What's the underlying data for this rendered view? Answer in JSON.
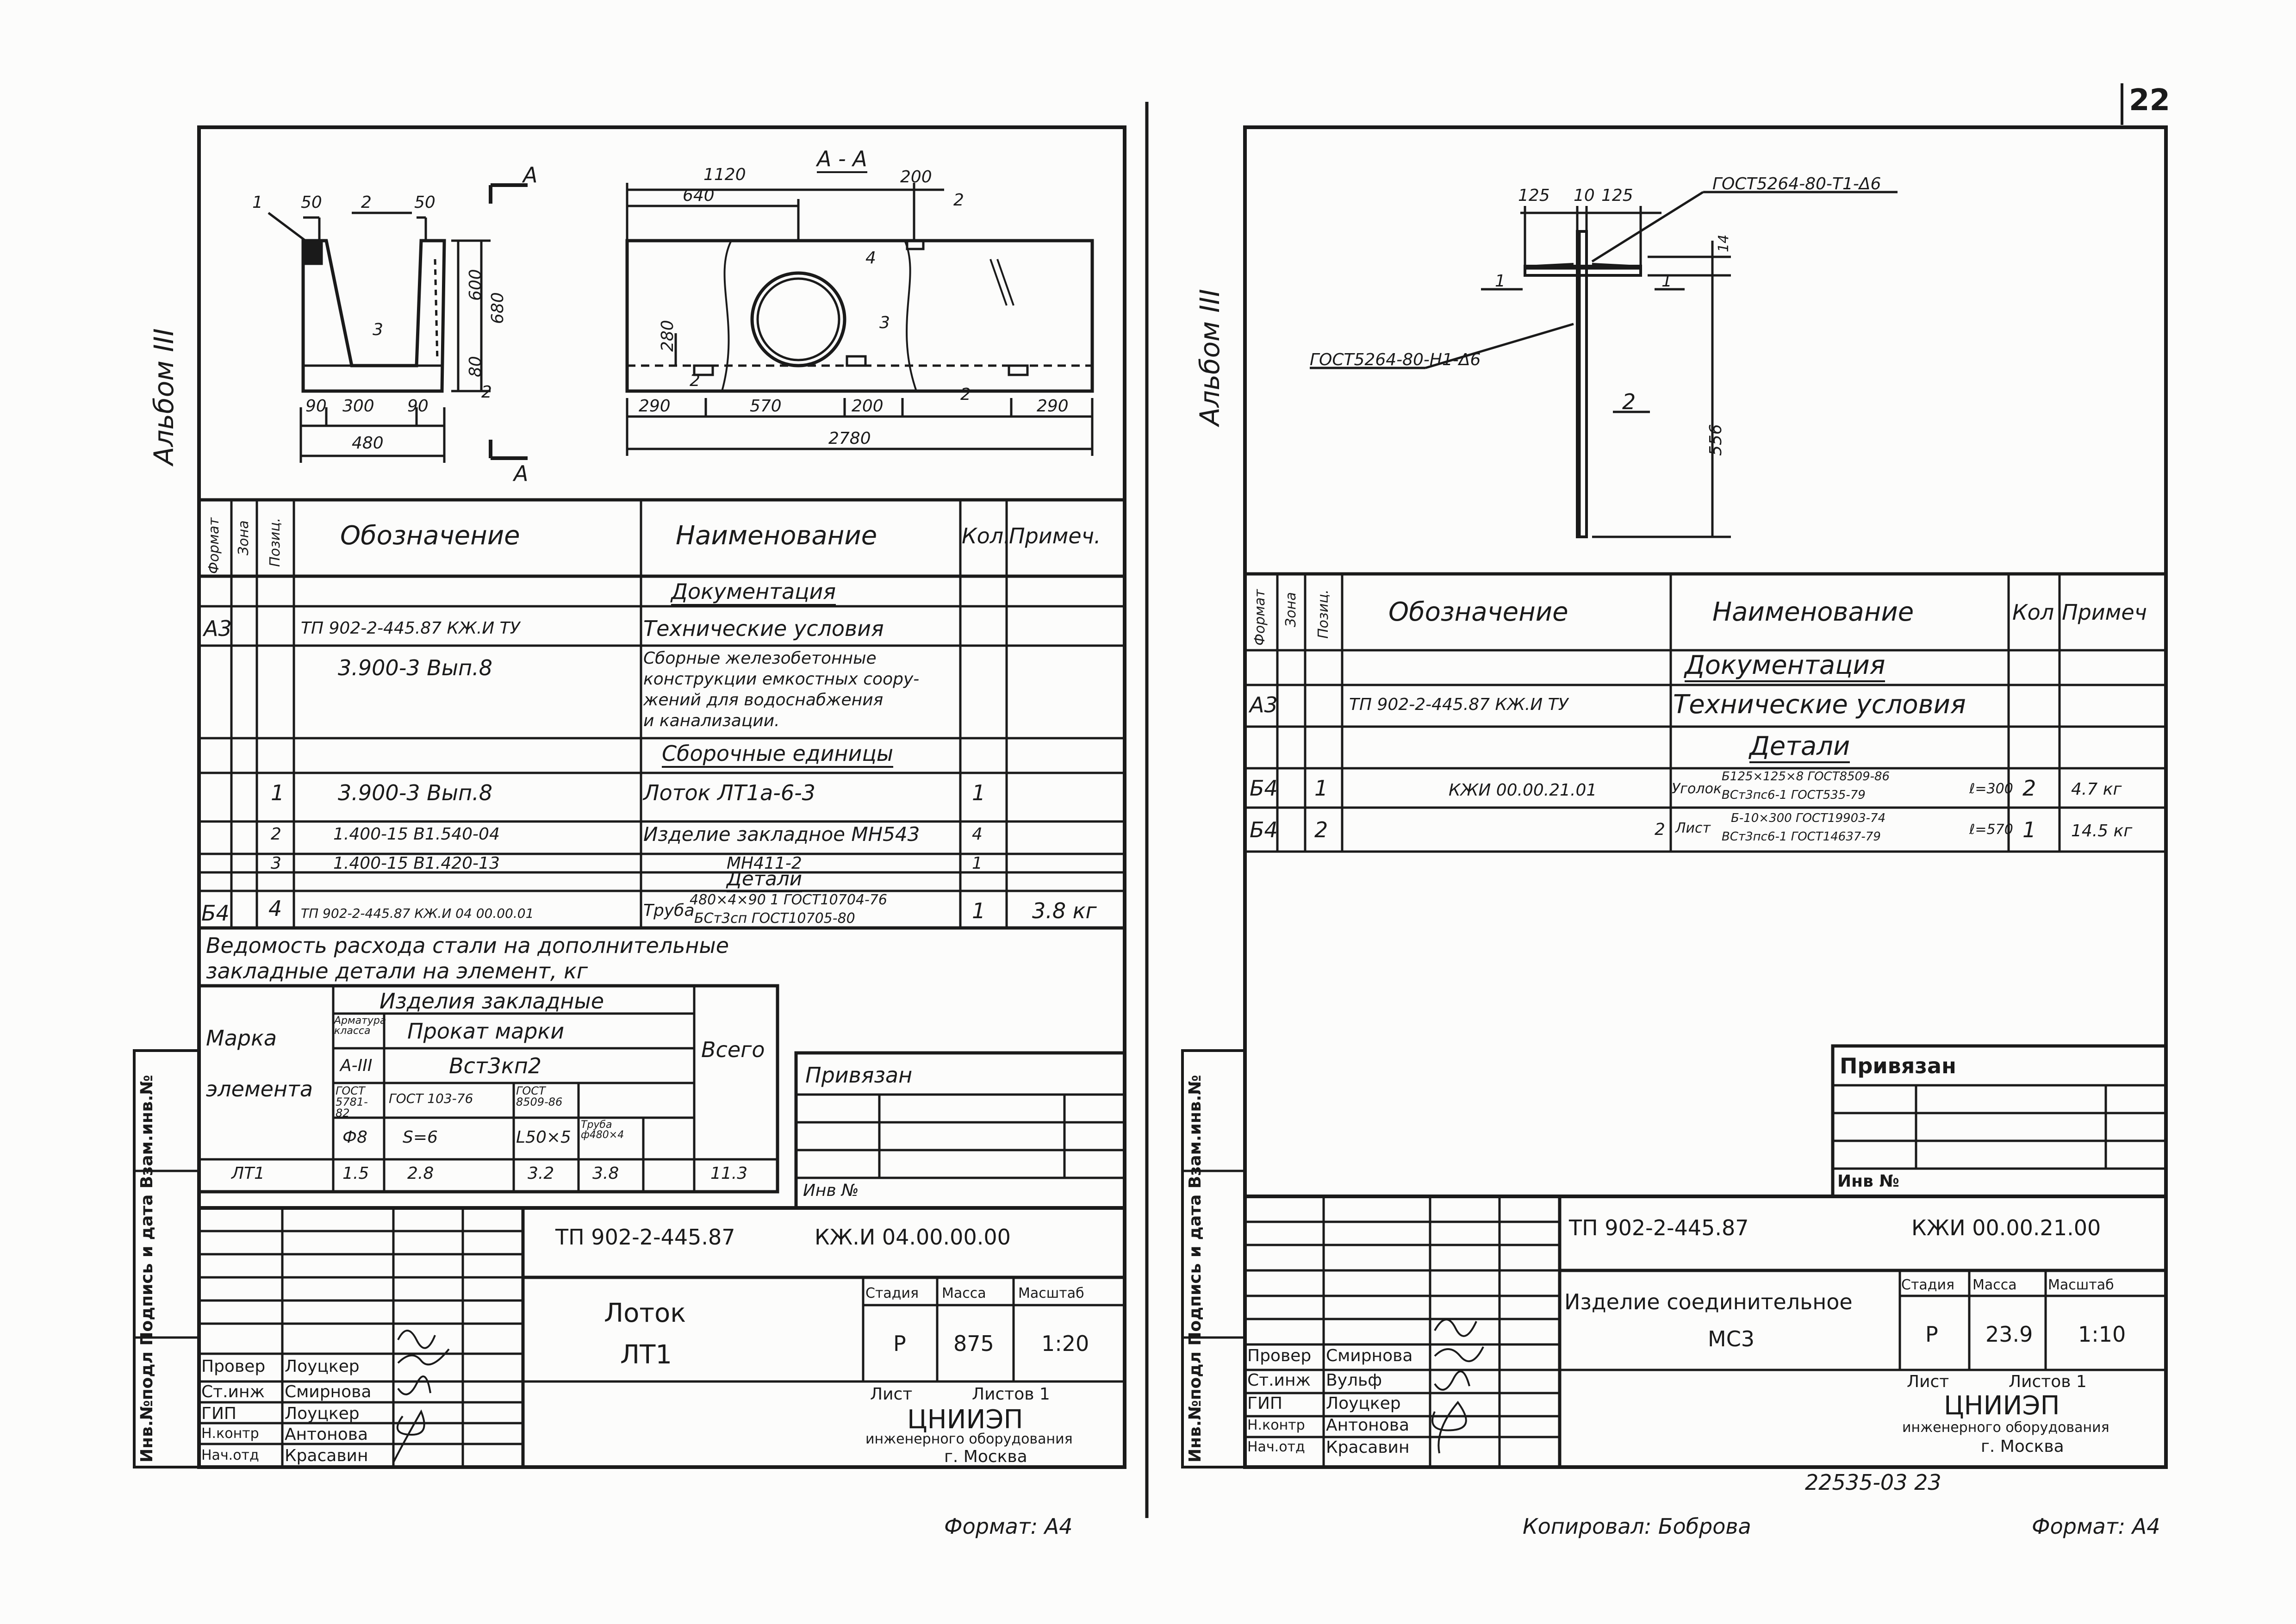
{
  "page_number": "22",
  "left_sheet": {
    "album": "Альбом III",
    "dims_section": {
      "p1": "1",
      "p2": "2",
      "d50a": "50",
      "d50b": "50",
      "p3": "3",
      "h600": "600",
      "h680": "680",
      "h80": "80",
      "p2b": "2",
      "d90a": "90",
      "d300": "300",
      "d90b": "90",
      "d480": "480",
      "A_top": "A",
      "A_bot": "A"
    },
    "dims_elevation": {
      "title": "А - А",
      "d1120": "1120",
      "d640": "640",
      "d200": "200",
      "p2": "2",
      "p4": "4",
      "p3": "3",
      "h280": "280",
      "p2b": "2",
      "p2c": "2",
      "d290a": "290",
      "d570": "570",
      "d200b": "200",
      "d290b": "290",
      "d2780": "2780"
    },
    "spec": {
      "h_format": "Формат",
      "h_zona": "Зона",
      "h_poz": "Позиц.",
      "h_oboz": "Обозначение",
      "h_naim": "Наименование",
      "h_kol": "Кол.",
      "h_prim": "Примеч.",
      "sec_doc": "Документация",
      "r1_fmt": "А3",
      "r1_oboz": "ТП 902-2-445.87 КЖ.И ТУ",
      "r1_naim": "Технические условия",
      "r2_oboz": "3.900-3 Вып.8",
      "r2_naim1": "Сборные железобетонные",
      "r2_naim2": "конструкции емкостных соору-",
      "r2_naim3": "жений для водоснабжения",
      "r2_naim4": "и канализации.",
      "sec_sb": "Сборочные единицы",
      "r3_poz": "1",
      "r3_oboz": "3.900-3 Вып.8",
      "r3_naim": "Лоток ЛТ1а-6-3",
      "r3_kol": "1",
      "r4_poz": "2",
      "r4_oboz": "1.400-15 В1.540-04",
      "r4_naim": "Изделие закладное МН543",
      "r4_kol": "4",
      "r5_poz": "3",
      "r5_oboz": "1.400-15 В1.420-13",
      "r5_naim": "МН411-2",
      "r5_kol": "1",
      "sec_det": "Детали",
      "r6_fmt": "Б4",
      "r6_poz": "4",
      "r6_oboz": "ТП 902-2-445.87 КЖ.И 04 00.00.01",
      "r6_naim_a": "Труба",
      "r6_naim_b": "480×4×90 1 ГОСТ10704-76",
      "r6_naim_c": "БСт3сп ГОСТ10705-80",
      "r6_kol": "1",
      "r6_prim": "3.8 кг"
    },
    "steel": {
      "title1": "Ведомость расхода стали на дополнительные",
      "title2": "закладные детали на элемент, кг",
      "marka1": "Марка",
      "marka2": "элемента",
      "izd": "Изделия закладные",
      "arm": "Арматура класса",
      "prokat": "Прокат марки",
      "a3": "А-III",
      "vst": "Вст3кп2",
      "g1": "ГОСТ 5781-82",
      "g2": "ГОСТ 103-76",
      "g3": "ГОСТ 8509-86",
      "truba": "Труба ф480×4",
      "c1": "Ф8",
      "c2": "S=6",
      "c3": "L50×5",
      "vsego": "Всего",
      "row_mark": "ЛТ1",
      "v1": "1.5",
      "v2": "2.8",
      "v3": "3.2",
      "v4": "3.8",
      "v5": "11.3"
    },
    "privyazan": "Привязан",
    "inv": "Инв №",
    "side_labels": "Инв.№подл Подпись и дата Взам.инв.№",
    "title_block": {
      "doc_code": "ТП 902-2-445.87",
      "sheet_code": "КЖ.И 04.00.00.00",
      "name1": "Лоток",
      "name2": "ЛТ1",
      "h_stadia": "Стадия",
      "h_massa": "Масса",
      "h_masshtab": "Масштаб",
      "stadia": "Р",
      "massa": "875",
      "masshtab": "1:20",
      "list": "Лист",
      "listov": "Листов 1",
      "org1": "ЦНИИЭП",
      "org2": "инженерного оборудования",
      "org3": "г. Москва",
      "roles": [
        {
          "role": "Провер",
          "name": "Лоуцкер"
        },
        {
          "role": "Ст.инж",
          "name": "Смирнова"
        },
        {
          "role": "ГИП",
          "name": "Лоуцкер"
        },
        {
          "role": "Н.контр",
          "name": "Антонова"
        },
        {
          "role": "Нач.отд",
          "name": "Красавин"
        }
      ]
    },
    "format": "Формат: А4"
  },
  "right_sheet": {
    "album": "Альбом III",
    "dims": {
      "d125a": "125",
      "d10": "10",
      "d125b": "125",
      "weld_top": "ГОСТ5264-80-Т1-Δ6",
      "d14": "14",
      "p1a": "1",
      "p1b": "1",
      "weld_left": "ГОСТ5264-80-Н1-Δ6",
      "p2": "2",
      "d556": "556"
    },
    "spec": {
      "h_format": "Формат",
      "h_zona": "Зона",
      "h_poz": "Позиц.",
      "h_oboz": "Обозначение",
      "h_naim": "Наименование",
      "h_kol": "Кол",
      "h_prim": "Примеч",
      "sec_doc": "Документация",
      "r1_fmt": "А3",
      "r1_oboz": "ТП 902-2-445.87 КЖ.И ТУ",
      "r1_naim": "Технические условия",
      "sec_det": "Детали",
      "r2_fmt": "Б4",
      "r2_poz": "1",
      "r2_oboz": "КЖИ 00.00.21.01",
      "r2_naim_a": "Уголок",
      "r2_naim_b": "Б125×125×8 ГОСТ8509-86",
      "r2_naim_c": "ВСт3пс6-1 ГОСТ535-79",
      "r2_naim_d": "ℓ=300",
      "r2_kol": "2",
      "r2_prim": "4.7 кг",
      "r3_fmt": "Б4",
      "r3_poz": "2",
      "r3_oboz": "2",
      "r3_naim_a": "Лист",
      "r3_naim_b": "Б-10×300 ГОСТ19903-74",
      "r3_naim_c": "ВСт3пс6-1 ГОСТ14637-79",
      "r3_naim_d": "ℓ=570",
      "r3_kol": "1",
      "r3_prim": "14.5 кг"
    },
    "privyazan": "Привязан",
    "inv": "Инв №",
    "side_labels": "Инв.№подл Подпись и дата Взам.инв.№",
    "title_block": {
      "doc_code": "ТП 902-2-445.87",
      "sheet_code": "КЖИ 00.00.21.00",
      "name1": "Изделие соединительное",
      "name2": "МС3",
      "h_stadia": "Стадия",
      "h_massa": "Масса",
      "h_masshtab": "Масштаб",
      "stadia": "Р",
      "massa": "23.9",
      "masshtab": "1:10",
      "list": "Лист",
      "listov": "Листов 1",
      "org1": "ЦНИИЭП",
      "org2": "инженерного оборудования",
      "org3": "г. Москва",
      "roles": [
        {
          "role": "Провер",
          "name": "Смирнова"
        },
        {
          "role": "Ст.инж",
          "name": "Вульф"
        },
        {
          "role": "ГИП",
          "name": "Лоуцкер"
        },
        {
          "role": "Н.контр",
          "name": "Антонова"
        },
        {
          "role": "Нач.отд",
          "name": "Красавин"
        }
      ]
    },
    "archive": "22535-03 23",
    "copied": "Копировал: Боброва",
    "format": "Формат: А4"
  }
}
